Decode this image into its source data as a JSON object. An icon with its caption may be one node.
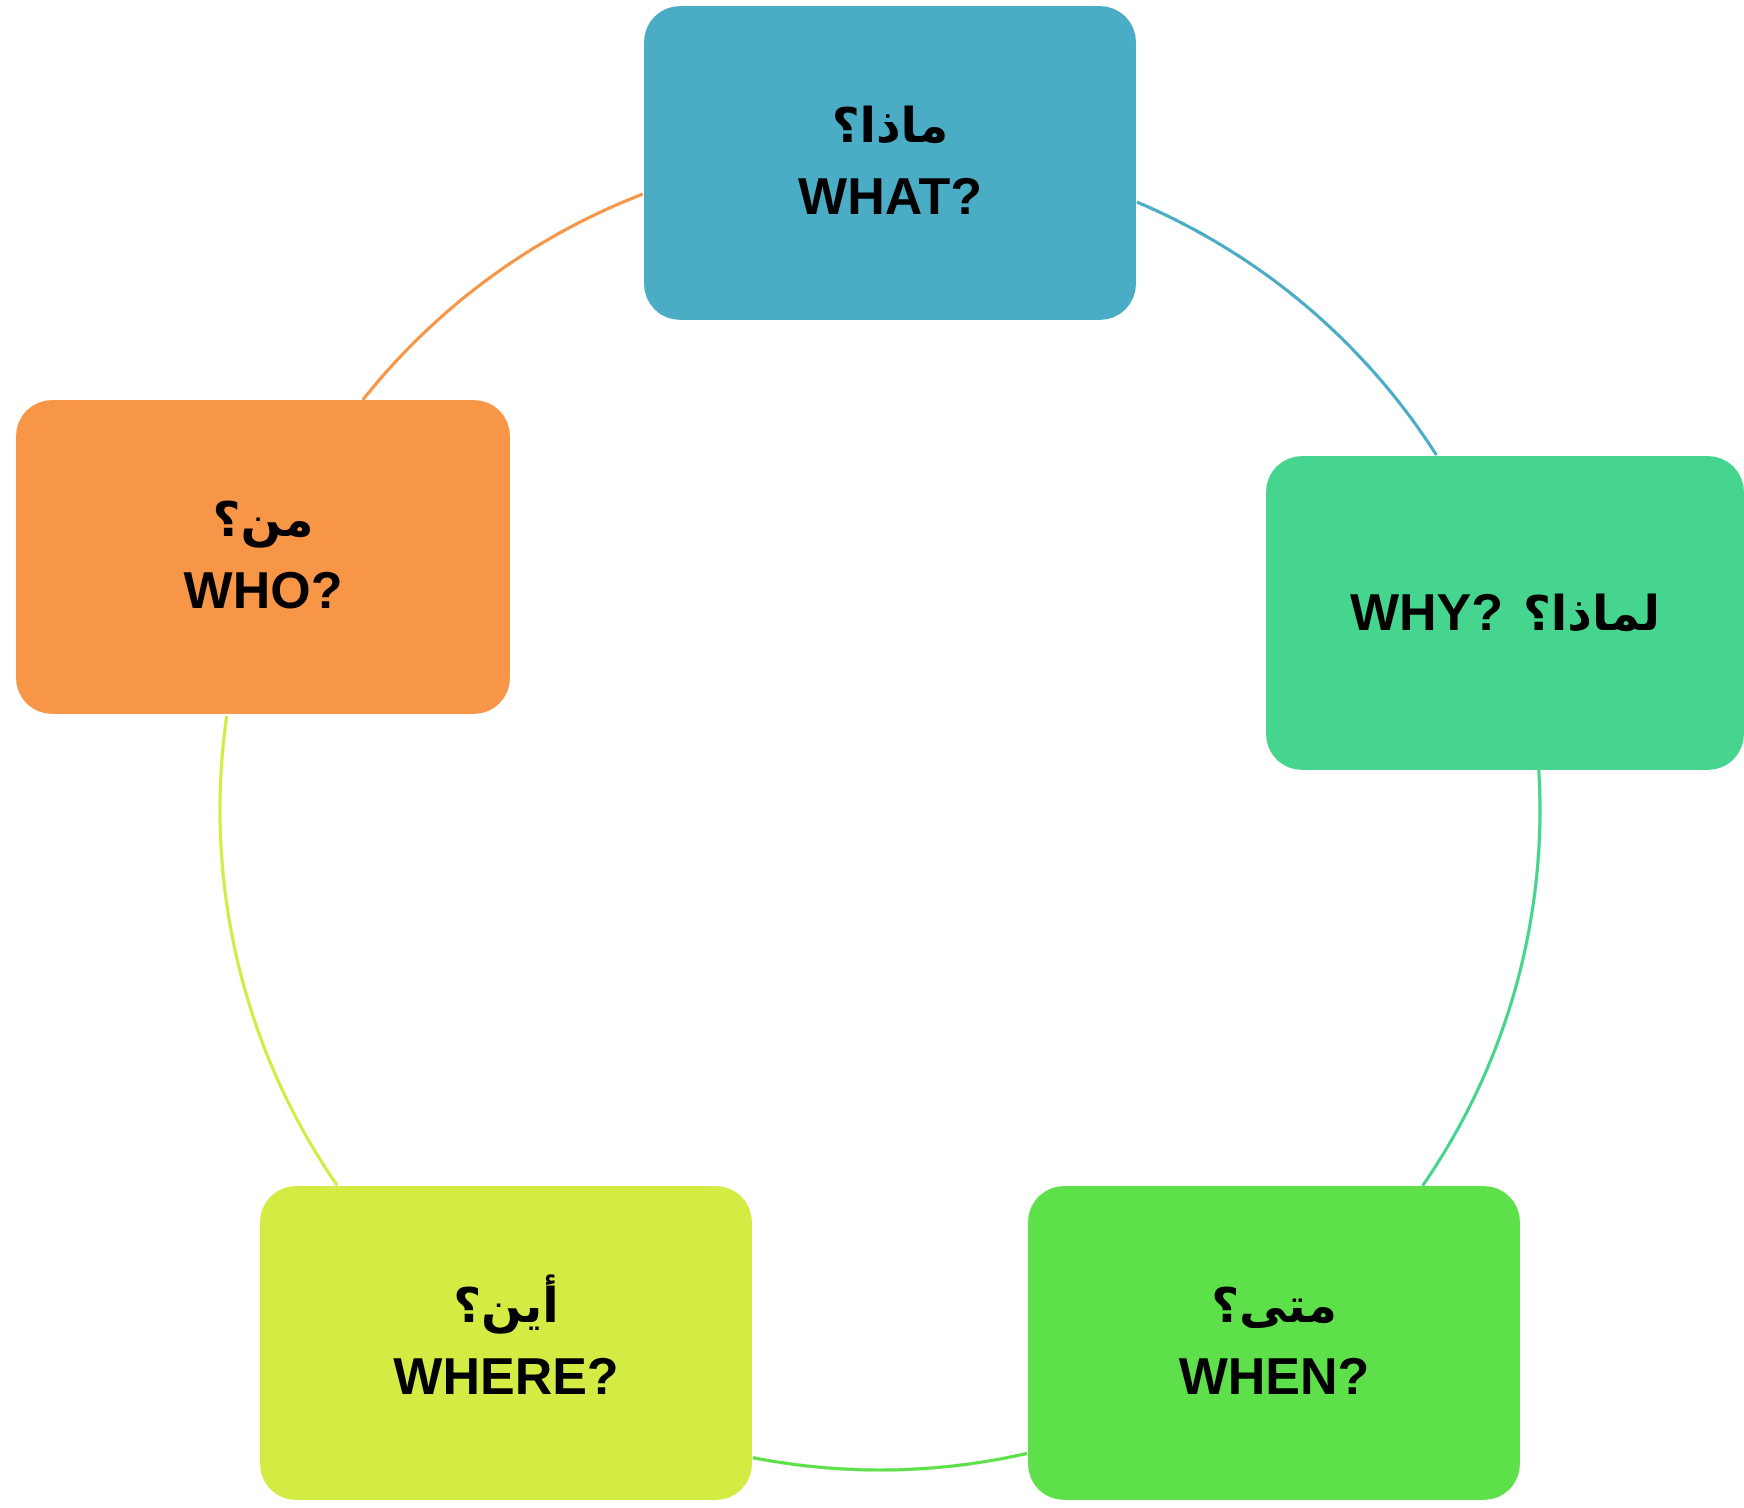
{
  "diagram": {
    "nodes": [
      {
        "text": [
          "ماذا؟",
          "WHAT?"
        ]
      },
      {
        "text": [
          "لماذا؟",
          "WHY?"
        ]
      },
      {
        "text": [
          "متى؟",
          "WHEN?"
        ]
      },
      {
        "text": [
          "أين؟",
          "WHERE?"
        ]
      },
      {
        "text": [
          "من؟",
          "WHO?"
        ]
      }
    ],
    "edges": [
      {
        "from": 0,
        "to": 1,
        "arrow": "none",
        "color": "#4aacc5"
      },
      {
        "from": 1,
        "to": 2,
        "arrow": "none",
        "color": "#45d58f"
      },
      {
        "from": 2,
        "to": 3,
        "arrow": "none",
        "color": "#5ee04a"
      },
      {
        "from": 3,
        "to": 4,
        "arrow": "none",
        "color": "#d4eb43"
      },
      {
        "from": 4,
        "to": 0,
        "arrow": "none",
        "color": "#f79646"
      }
    ]
  }
}
